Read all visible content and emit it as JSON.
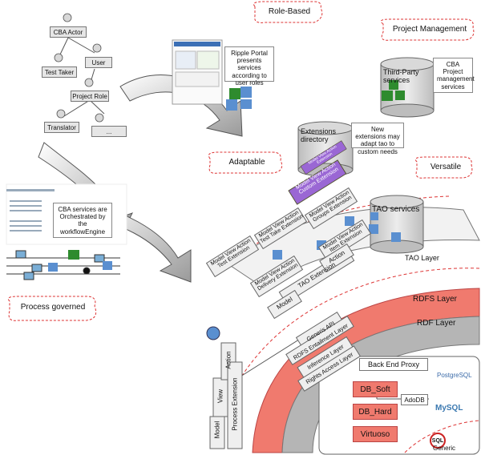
{
  "callouts": {
    "role_based": "Role-Based",
    "project_management": "Project Management",
    "adaptable": "Adaptable",
    "versatile": "Versatile",
    "process_governed": "Process governed"
  },
  "role_hierarchy": {
    "cba_actor": "CBA Actor",
    "test_taker": "Test Taker",
    "user": "User",
    "project_role": "Project Role",
    "translator": "Translator",
    "more": "..."
  },
  "notes": {
    "ripple_portal": "Ripple Portal presents services according to user roles",
    "cba_project": "CBA Project management services",
    "new_extensions": "New extensions may adapt tao to custom needs",
    "workflow": "CBA services are Orchestrated by the workflowEngine"
  },
  "third_party": "Third-Party services",
  "extensions_directory": "Extensions directory",
  "custom_extension": "Model View Action Custom Extension",
  "mini_extension": "Model View Action Extension",
  "tao_services": "TAO services",
  "tao_layer": "TAO Layer",
  "extensions": {
    "test_take": "Model View Action Test Take Extension",
    "groups": "Model View Action Groups Extension",
    "test": "Model View Action Test Extension",
    "item": "Model View Action Item Extension",
    "delivery": "Model View Action Delivery Extension"
  },
  "tao_extension": {
    "model": "Model",
    "label": "TAO Extension",
    "action": "Action"
  },
  "process_extension": {
    "model": "Model",
    "view": "View",
    "action": "Action",
    "label": "Process Extension"
  },
  "layers": {
    "rdfs": "RDFS Layer",
    "rdf": "RDF Layer",
    "generis_api": "Generis API",
    "rdfs_entailment": "RDFS Entailment Layer",
    "inference": "Inference Layer",
    "rights_access": "Rights Access Layer"
  },
  "backend": {
    "proxy": "Back End Proxy",
    "db_soft": "DB_Soft",
    "db_hard": "DB_Hard",
    "virtuoso": "Virtuoso",
    "adodb": "AdoDB",
    "postgresql": "PostgreSQL",
    "mysql": "MySQL",
    "sql": "SQL",
    "generic": "Generic"
  }
}
